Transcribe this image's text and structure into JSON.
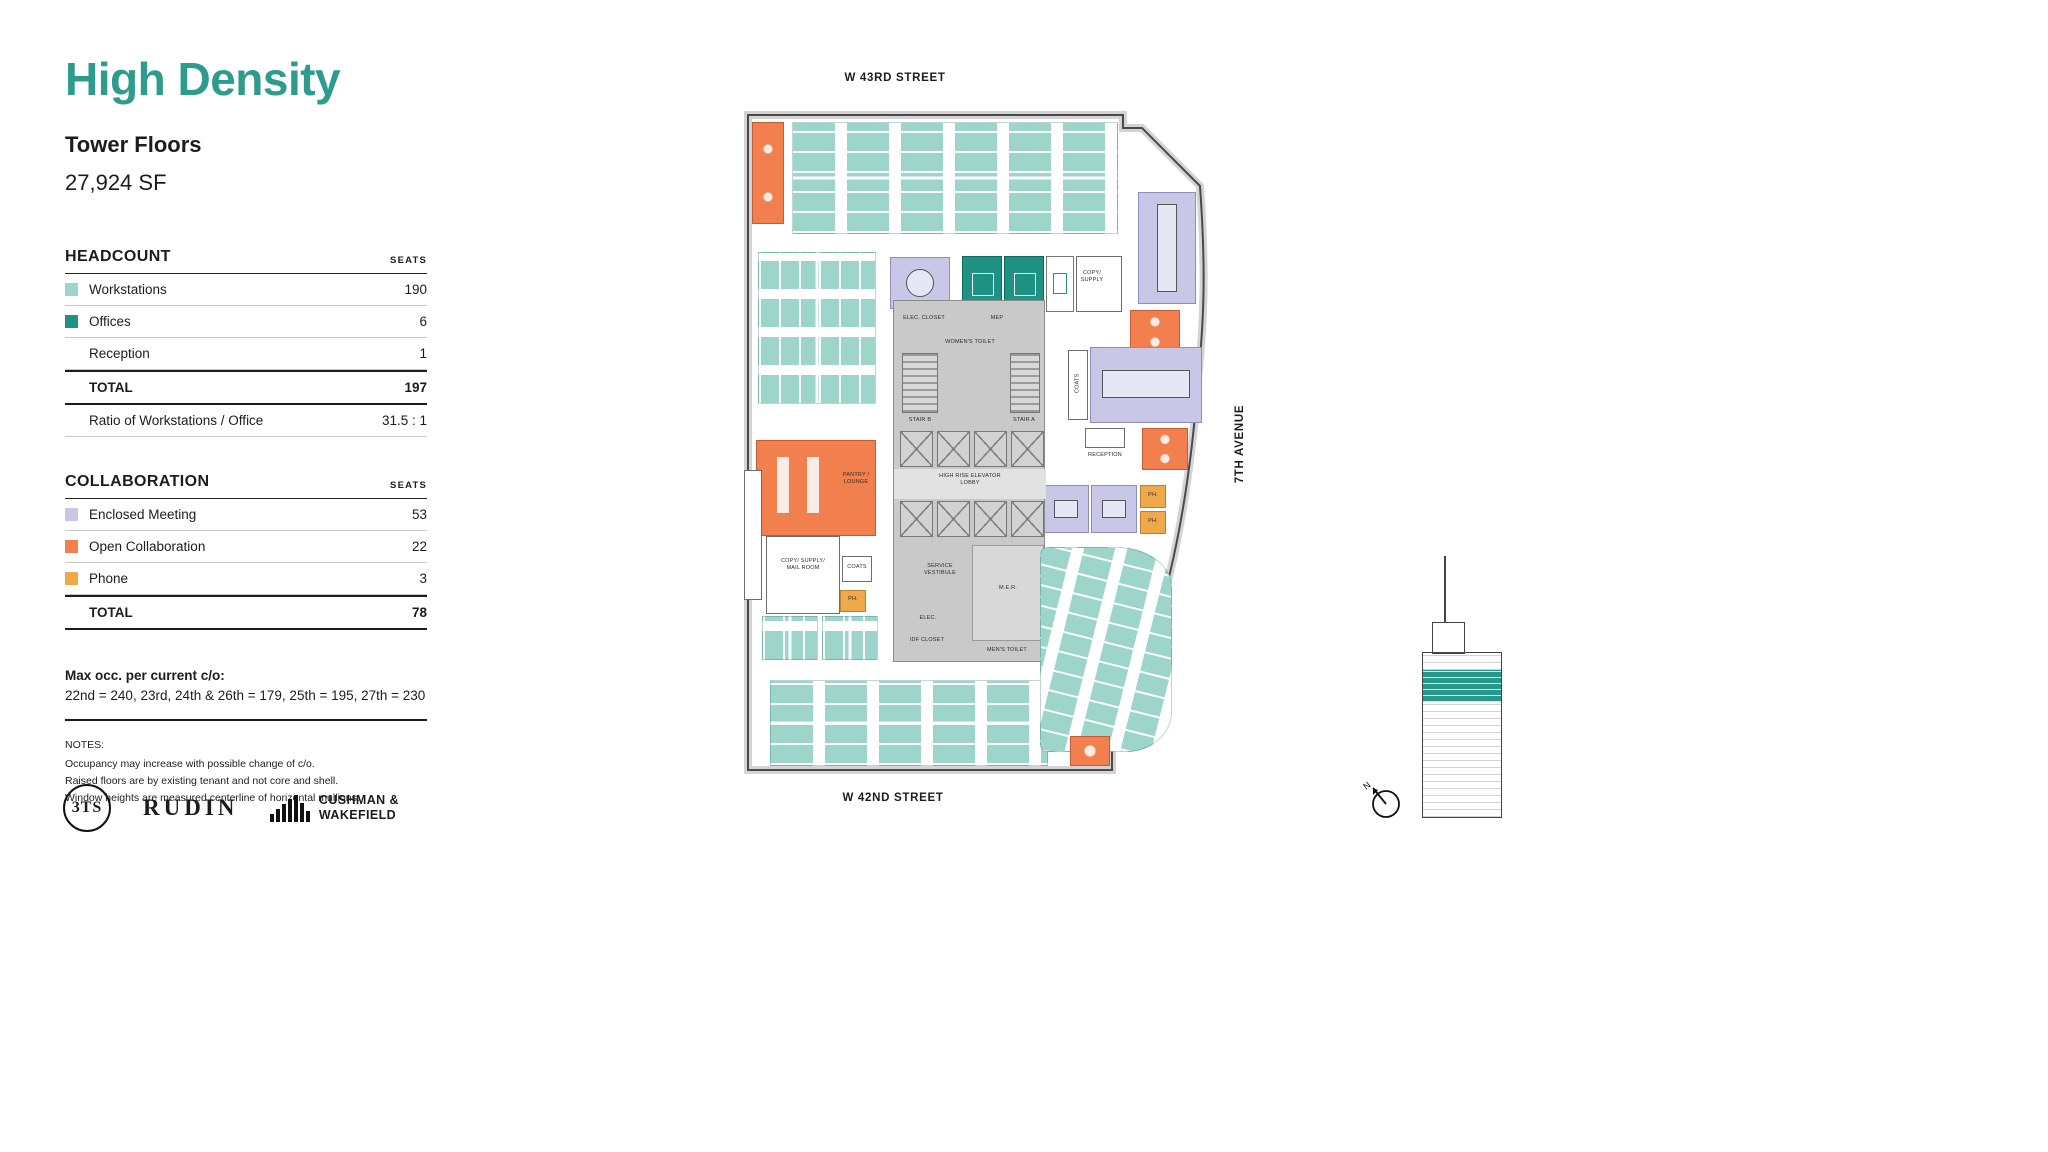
{
  "panel": {
    "title": "High Density",
    "subtitle": "Tower Floors",
    "area": "27,924 SF"
  },
  "colors": {
    "accent_teal": "#2D9C8C",
    "workstations": "#9ED5CA",
    "offices": "#1E9384",
    "enclosed_meeting": "#C9C7E7",
    "open_collaboration": "#F2804F",
    "phone": "#F0A94A"
  },
  "headcount": {
    "heading": "HEADCOUNT",
    "seats_label": "SEATS",
    "rows": [
      {
        "label": "Workstations",
        "value": "190"
      },
      {
        "label": "Offices",
        "value": "6"
      },
      {
        "label": "Reception",
        "value": "1"
      },
      {
        "label": "TOTAL",
        "value": "197"
      },
      {
        "label": "Ratio of Workstations / Office",
        "value": "31.5 : 1"
      }
    ]
  },
  "collaboration": {
    "heading": "COLLABORATION",
    "seats_label": "SEATS",
    "rows": [
      {
        "label": "Enclosed Meeting",
        "value": "53"
      },
      {
        "label": "Open Collaboration",
        "value": "22"
      },
      {
        "label": "Phone",
        "value": "3"
      },
      {
        "label": "TOTAL",
        "value": "78"
      }
    ]
  },
  "max_occupancy": {
    "title": "Max occ. per current c/o:",
    "detail": "22nd = 240, 23rd, 24th & 26th = 179, 25th = 195, 27th = 230"
  },
  "notes": {
    "heading": "NOTES:",
    "line1": "Occupancy may increase with possible change of c/o.",
    "line2": "Raised floors are by existing tenant and not core and shell.",
    "line3": "Window heights are measured centerline of horizontal mullions."
  },
  "logos": {
    "three_ts": "3TS",
    "rudin": "RUDIN",
    "cushman_line1": "CUSHMAN &",
    "cushman_line2": "WAKEFIELD"
  },
  "floorplan": {
    "street_top": "W 43RD STREET",
    "street_bottom": "W 42ND STREET",
    "avenue_right": "7TH AVENUE",
    "north_label": "N",
    "rooms": {
      "copy_supply": "COPY/ SUPPLY",
      "elec_closet": "ELEC. CLOSET",
      "mep": "MEP",
      "womens_toilet": "WOMEN'S TOILET",
      "stair_b": "STAIR B",
      "stair_a": "STAIR A",
      "elevator_lobby": "HIGH RISE ELEVATOR LOBBY",
      "coats_right": "COATS",
      "reception": "RECEPTION",
      "pantry_lounge": "PANTRY / LOUNGE",
      "copy_mail_room": "COPY/ SUPPLY/ MAIL ROOM",
      "coats_left": "COATS",
      "phone": "PH.",
      "service_vestibule": "SERVICE VESTIBULE",
      "mer": "M.E.R.",
      "elec": "ELEC.",
      "idf_closet": "IDF CLOSET",
      "mens_toilet": "MEN'S TOILET"
    }
  }
}
